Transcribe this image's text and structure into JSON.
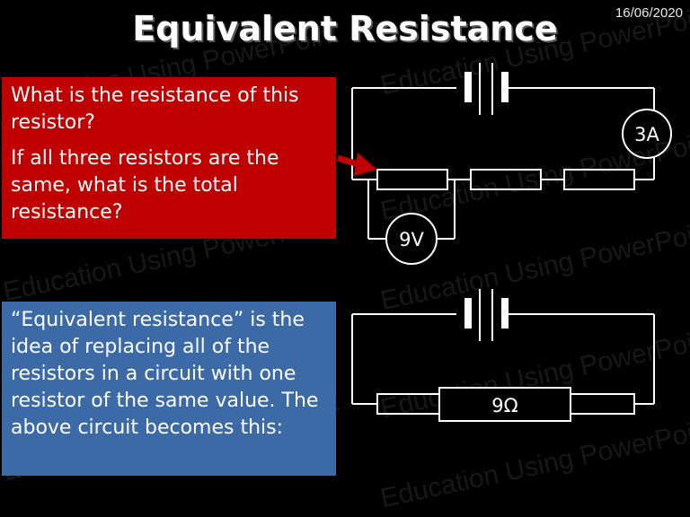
{
  "slide": {
    "title": "Equivalent Resistance",
    "date": "16/06/2020",
    "watermark": "Education Using PowerPoint"
  },
  "question_box": {
    "question1": "What is the resistance of this resistor?",
    "question2": "If all three resistors are the same, what is the total resistance?",
    "background": "#c00000"
  },
  "info_box": {
    "text": "“Equivalent resistance” is the idea of replacing all of the resistors in a circuit with one resistor of the same value. The above circuit becomes this:",
    "background": "#3b6aa6"
  },
  "circuit_top": {
    "ammeter_label": "3A",
    "voltmeter_label": "9V"
  },
  "circuit_bottom": {
    "resistor_label": "9Ω"
  },
  "colors": {
    "wire": "#ffffff",
    "arrow": "#c00000"
  }
}
